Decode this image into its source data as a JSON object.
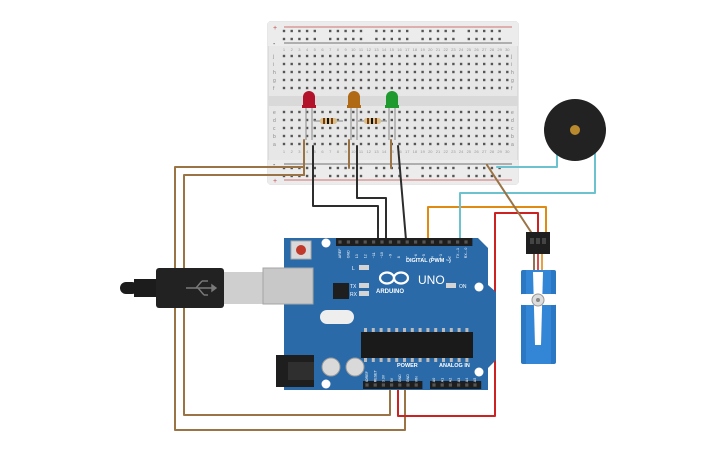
{
  "breadboard": {
    "row_letters_top": [
      "j",
      "i",
      "h",
      "g",
      "f"
    ],
    "row_letters_bottom": [
      "e",
      "d",
      "c",
      "b",
      "a"
    ],
    "rail_plus": "+",
    "rail_minus": "-",
    "column_numbers": [
      "1",
      "2",
      "3",
      "4",
      "5",
      "6",
      "7",
      "8",
      "9",
      "10",
      "11",
      "12",
      "13",
      "14",
      "15",
      "16",
      "17",
      "18",
      "19",
      "20",
      "21",
      "22",
      "23",
      "24",
      "25",
      "26",
      "27",
      "28",
      "29",
      "30"
    ]
  },
  "leds": [
    {
      "color": "#b3122b",
      "name": "red-led"
    },
    {
      "color": "#b06a16",
      "name": "yellow-led"
    },
    {
      "color": "#1f9a2f",
      "name": "green-led"
    }
  ],
  "board": {
    "logo_text": "ARDUINO",
    "model_text": "UNO",
    "digital_header_label": "DIGITAL (PWM ~)",
    "power_label": "POWER",
    "analog_label": "ANALOG IN",
    "on_label": "ON",
    "tx_label": "TX",
    "rx_label": "RX",
    "l_label": "L",
    "digital_pins": [
      "AREF",
      "GND",
      "13",
      "12",
      "~11",
      "~10",
      "~9",
      "8",
      "7",
      "~6",
      "~5",
      "4",
      "~3",
      "2",
      "TX→1",
      "RX←0"
    ],
    "power_pins": [
      "IOREF",
      "RESET",
      "3.3V",
      "5V",
      "GND",
      "GND",
      "VIN"
    ],
    "analog_pins": [
      "A0",
      "A1",
      "A2",
      "A3",
      "A4",
      "A5"
    ]
  },
  "colors": {
    "board": "#2a6aa8",
    "board_dark": "#1d5288",
    "breadboard": "#e6e6e6",
    "wire_brown": "#9b7446",
    "wire_black": "#2d2d2d",
    "wire_red": "#cc2222",
    "wire_orange": "#e08a12",
    "wire_teal": "#6cc3cf",
    "servo": "#2a78c4",
    "buzzer": "#222222"
  }
}
